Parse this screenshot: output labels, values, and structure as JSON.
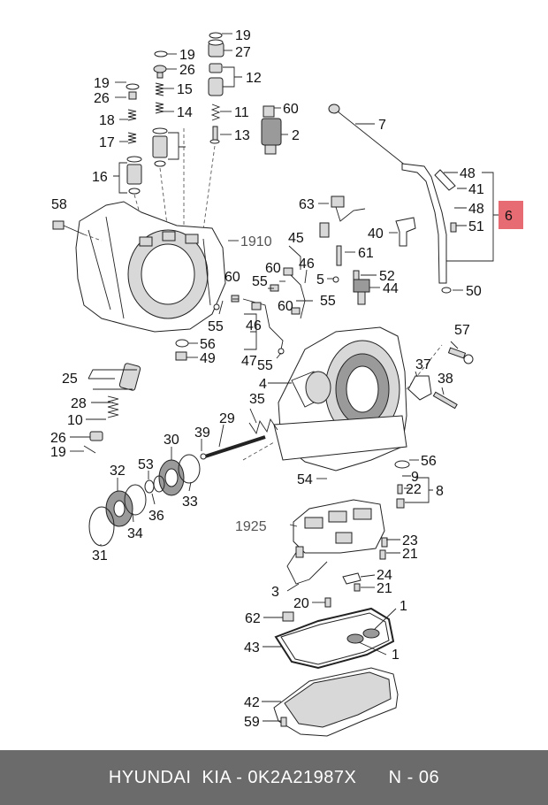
{
  "callouts": {
    "c1a": "1",
    "c1b": "1",
    "c2": "2",
    "c3a": "3",
    "c4": "4",
    "c5": "5",
    "c6": "6",
    "c7": "7",
    "c8": "8",
    "c9": "9",
    "c10": "10",
    "c11": "11",
    "c12": "12",
    "c13": "13",
    "c14": "14",
    "c15": "15",
    "c16": "16",
    "c17": "17",
    "c18": "18",
    "c19a": "19",
    "c19b": "19",
    "c19c": "19",
    "c19d": "19",
    "c20": "20",
    "c21a": "21",
    "c21b": "21",
    "c22": "22",
    "c23": "23",
    "c24": "24",
    "c25": "25",
    "c26a": "26",
    "c26b": "26",
    "c26c": "26",
    "c27": "27",
    "c28": "28",
    "c29": "29",
    "c30": "30",
    "c31": "31",
    "c32": "32",
    "c33": "33",
    "c34": "34",
    "c35": "35",
    "c36": "36",
    "c37": "37",
    "c38": "38",
    "c39": "39",
    "c40": "40",
    "c41": "41",
    "c42": "42",
    "c43": "43",
    "c44": "44",
    "c45": "45",
    "c46a": "46",
    "c46b": "46",
    "c47": "47",
    "c48a": "48",
    "c48b": "48",
    "c49": "49",
    "c50": "50",
    "c51": "51",
    "c52": "52",
    "c53": "53",
    "c54": "54",
    "c55a": "55",
    "c55b": "55",
    "c55c": "55",
    "c55d": "55",
    "c56a": "56",
    "c56b": "56",
    "c57": "57",
    "c58": "58",
    "c59": "59",
    "c60a": "60",
    "c60b": "60",
    "c60c": "60",
    "c60d": "60",
    "c61": "61",
    "c62": "62",
    "c63": "63",
    "c1910": "1910",
    "c1925": "1925"
  },
  "highlight_color": "#e76b73",
  "footer": {
    "brand": "HYUNDAI  KIA - 0K2A21987X",
    "page": "N - 06"
  }
}
